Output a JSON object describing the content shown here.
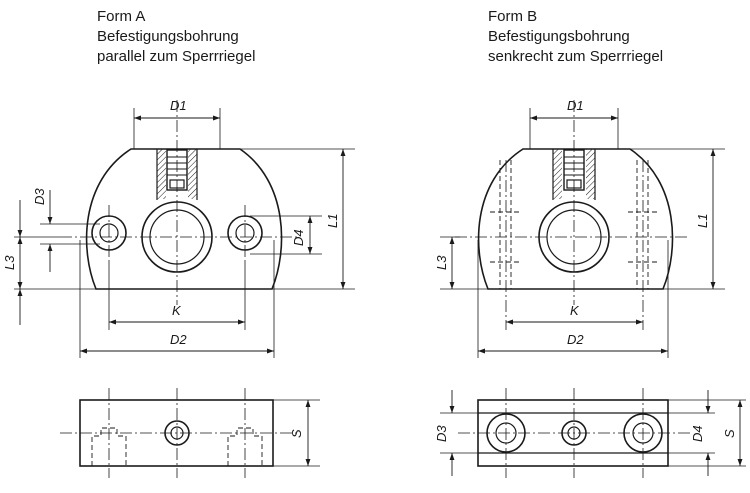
{
  "form_a": {
    "title": "Form A",
    "line1": "Befestigungsbohrung",
    "line2": "parallel zum Sperrriegel"
  },
  "form_b": {
    "title": "Form B",
    "line1": "Befestigungsbohrung",
    "line2": "senkrecht zum Sperrriegel"
  },
  "dims": {
    "d1": "D1",
    "d2": "D2",
    "d3": "D3",
    "d4": "D4",
    "k": "K",
    "l1": "L1",
    "l3": "L3",
    "s": "S"
  },
  "colors": {
    "line": "#1a1a1a",
    "hatch": "#1a1a1a"
  }
}
